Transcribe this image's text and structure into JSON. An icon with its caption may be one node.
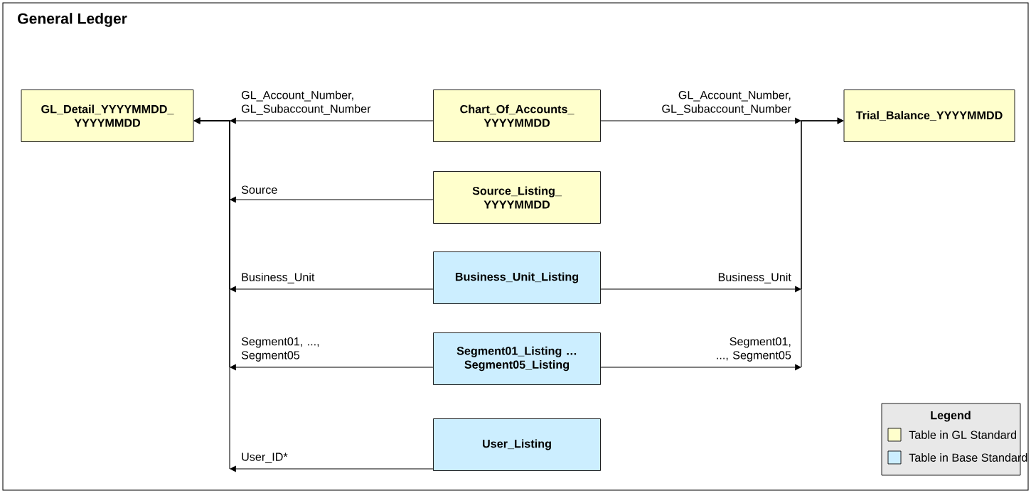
{
  "diagram": {
    "title": "General Ledger",
    "nodes": [
      {
        "text": [
          "GL_Detail_YYYYMMDD_YYYYMMDD"
        ]
      },
      {
        "text": [
          "Chart_Of_Accounts_YYYYMMDD"
        ]
      },
      {
        "text": [
          "Trial_Balance_YYYYMMDD"
        ]
      },
      {
        "text": [
          "Source_Listing_YYYYMMDD"
        ]
      },
      {
        "text": [
          "Business_Unit_Listing"
        ]
      },
      {
        "text": [
          "Segment01_Listing … Segment05_Listing"
        ]
      },
      {
        "text": [
          "User_Listing"
        ]
      }
    ],
    "edges": [
      {
        "from": 1,
        "to": 0,
        "arrow": "to",
        "label": "GL_Account_Number, GL_Subaccount_Number"
      },
      {
        "from": 3,
        "to": 0,
        "arrow": "to",
        "label": "Source"
      },
      {
        "from": 4,
        "to": 0,
        "arrow": "to",
        "label": "Business_Unit"
      },
      {
        "from": 5,
        "to": 0,
        "arrow": "to",
        "label": "Segment01, ..., Segment05"
      },
      {
        "from": 6,
        "to": 0,
        "arrow": "to",
        "label": "User_ID*"
      },
      {
        "from": 1,
        "to": 2,
        "arrow": "to",
        "label": "GL_Account_Number, GL_Subaccount_Number"
      },
      {
        "from": 4,
        "to": 2,
        "arrow": "to",
        "label": "Business_Unit"
      },
      {
        "from": 5,
        "to": 2,
        "arrow": "to",
        "label": "Segment01, ..., Segment05"
      }
    ],
    "labels": [
      "Legend"
    ],
    "legend": [
      {
        "text": "Table in GL Standard",
        "color": "#ffffcc"
      },
      {
        "text": "Table in Base Standard",
        "color": "#cceeff"
      }
    ]
  }
}
